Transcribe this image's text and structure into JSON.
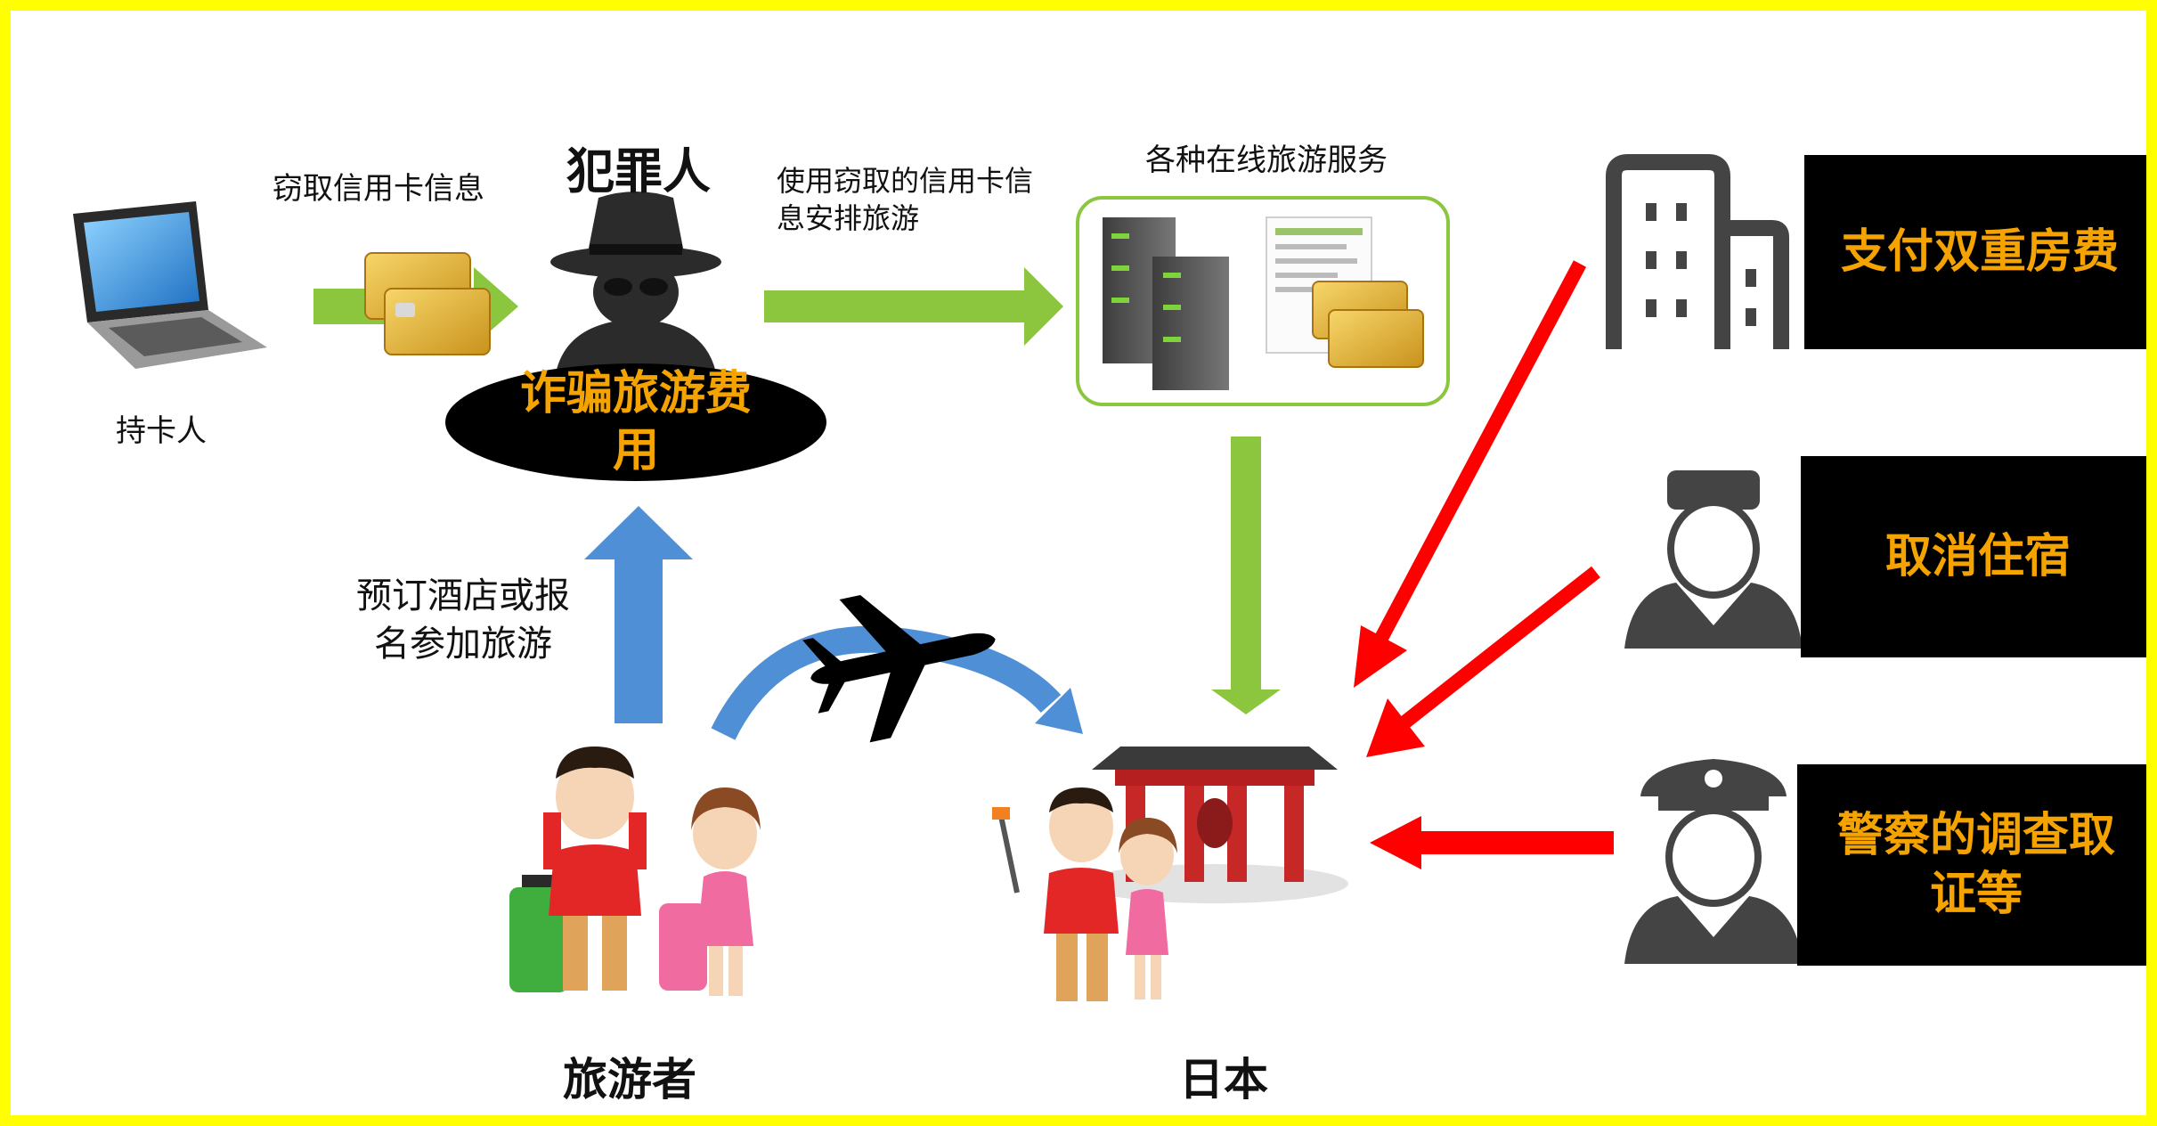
{
  "labels": {
    "cardholder": "持卡人",
    "steal_card_info": "窃取信用卡信息",
    "criminal": "犯罪人",
    "fraud_fee": "诈骗旅游费用",
    "use_stolen_card": "使用窃取的信用卡信息安排旅游",
    "online_services": "各种在线旅游服务",
    "book_hotel": "预订酒店或报名参加旅游",
    "traveler": "旅游者",
    "japan": "日本"
  },
  "panels": {
    "pay_double": "支付双重房费",
    "cancel_stay": "取消住宿",
    "police": "警察的调查取证等"
  },
  "colors": {
    "border": "#ffff00",
    "green_arrow": "#8cc63f",
    "blue_arrow": "#4f8fd6",
    "red_arrow": "#ff0000",
    "panel_text": "#f5a300"
  }
}
